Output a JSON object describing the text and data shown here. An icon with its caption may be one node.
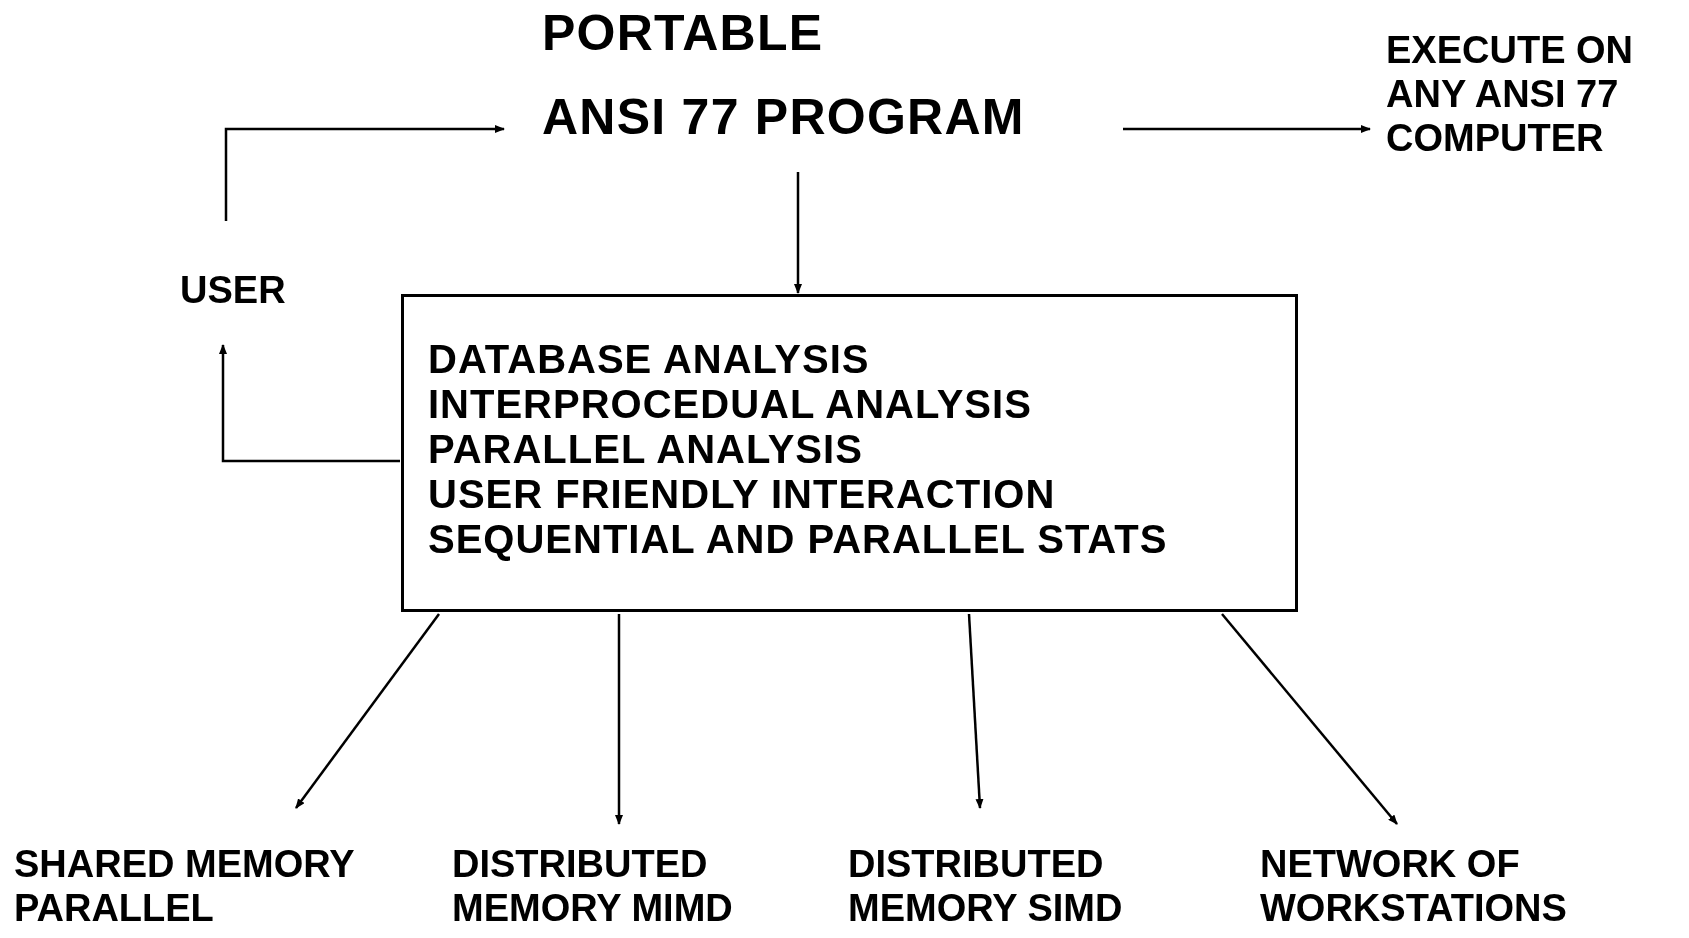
{
  "diagram": {
    "nodes": [
      {
        "text": [
          "PORTABLE",
          "ANSI 77 PROGRAM"
        ]
      },
      {
        "text": [
          "EXECUTE ON ANY ANSI 77 COMPUTER"
        ]
      },
      {
        "text": [
          "USER"
        ]
      },
      {
        "text": [
          "DATABASE ANALYSIS",
          "INTERPROCEDUAL ANALYSIS",
          "PARALLEL ANALYSIS",
          "USER FRIENDLY INTERACTION",
          "SEQUENTIAL AND PARALLEL STATS"
        ]
      },
      {
        "text": [
          "SHARED MEMORY PARALLEL"
        ]
      },
      {
        "text": [
          "DISTRIBUTED MEMORY MIMD"
        ]
      },
      {
        "text": [
          "DISTRIBUTED MEMORY SIMD"
        ]
      },
      {
        "text": [
          "NETWORK OF WORKSTATIONS"
        ]
      }
    ],
    "edges": [
      {
        "from": 2,
        "to": 0,
        "arrow": "to"
      },
      {
        "from": 0,
        "to": 1,
        "arrow": "to"
      },
      {
        "from": 0,
        "to": 3,
        "arrow": "to"
      },
      {
        "from": 3,
        "to": 2,
        "arrow": "to"
      },
      {
        "from": 3,
        "to": 4,
        "arrow": "to"
      },
      {
        "from": 3,
        "to": 5,
        "arrow": "to"
      },
      {
        "from": 3,
        "to": 6,
        "arrow": "to"
      },
      {
        "from": 3,
        "to": 7,
        "arrow": "to"
      }
    ]
  }
}
